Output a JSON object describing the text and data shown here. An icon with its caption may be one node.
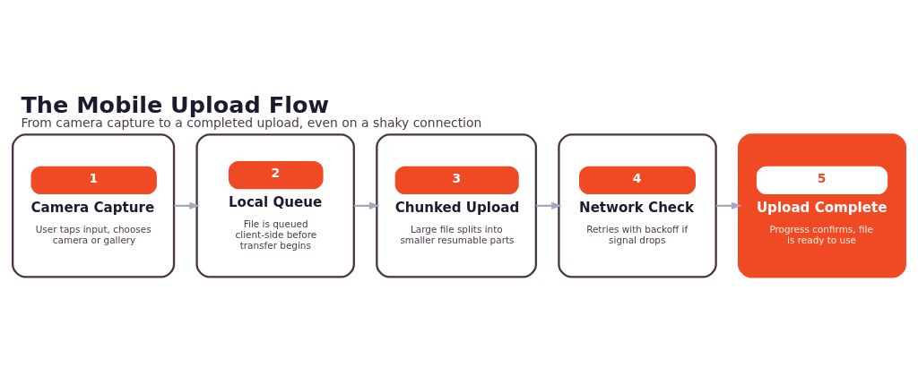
{
  "diagram": {
    "title": "The Mobile Upload Flow",
    "caption": "From camera capture to a completed upload, even on a shaky connection",
    "nodes": [
      {
        "text": [
          "1",
          "Camera Capture",
          "User taps input, chooses camera or gallery"
        ]
      },
      {
        "text": [
          "2",
          "Local Queue",
          "File is queued client-side before transfer begins"
        ]
      },
      {
        "text": [
          "3",
          "Chunked Upload",
          "Large file splits into smaller resumable parts"
        ]
      },
      {
        "text": [
          "4",
          "Network Check",
          "Retries with backoff if signal drops"
        ]
      },
      {
        "text": [
          "5",
          "Upload Complete",
          "Progress confirms, file is ready to use"
        ]
      }
    ],
    "edges": [
      {
        "from": 0,
        "to": 1,
        "arrow": "to"
      },
      {
        "from": 1,
        "to": 2,
        "arrow": "to"
      },
      {
        "from": 2,
        "to": 3,
        "arrow": "to"
      },
      {
        "from": 3,
        "to": 4,
        "arrow": "to"
      }
    ]
  }
}
